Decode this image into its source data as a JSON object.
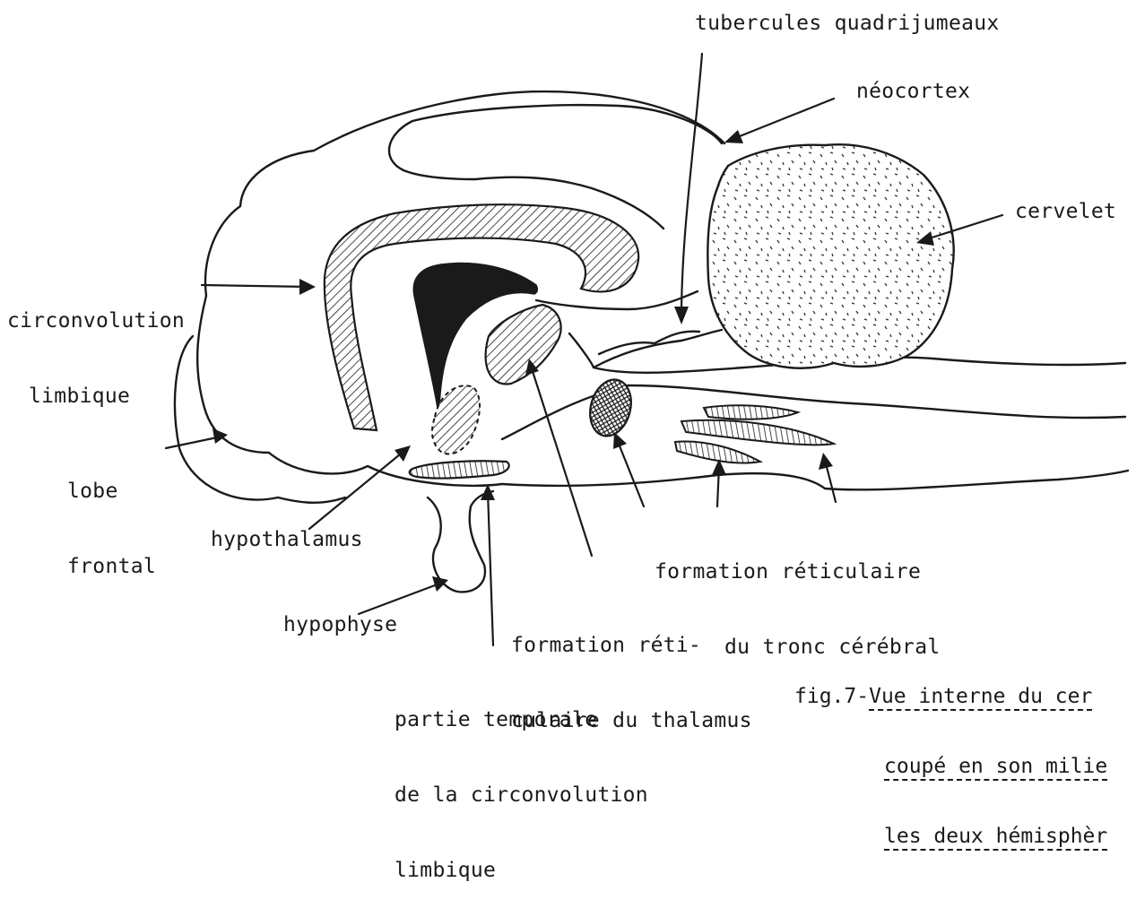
{
  "labels": {
    "tubercules": "tubercules quadrijumeaux",
    "neocortex": "néocortex",
    "cervelet": "cervelet",
    "circonvolution_limbique": [
      "circonvolution",
      "limbique"
    ],
    "lobe_frontal": [
      "lobe",
      "frontal"
    ],
    "hypothalamus": "hypothalamus",
    "hypophyse": "hypophyse",
    "partie_temporale": [
      "partie temporale",
      "de la circonvolution",
      "limbique"
    ],
    "formation_thalamus": [
      "formation réti-",
      "culaire du thalamus"
    ],
    "formation_tronc": [
      "formation réticulaire",
      "du tronc cérébral"
    ]
  },
  "caption": {
    "prefix": "fig.7-",
    "lines": [
      "Vue interne du cer",
      "coupé en son milie",
      "les deux hémisphèr"
    ]
  }
}
